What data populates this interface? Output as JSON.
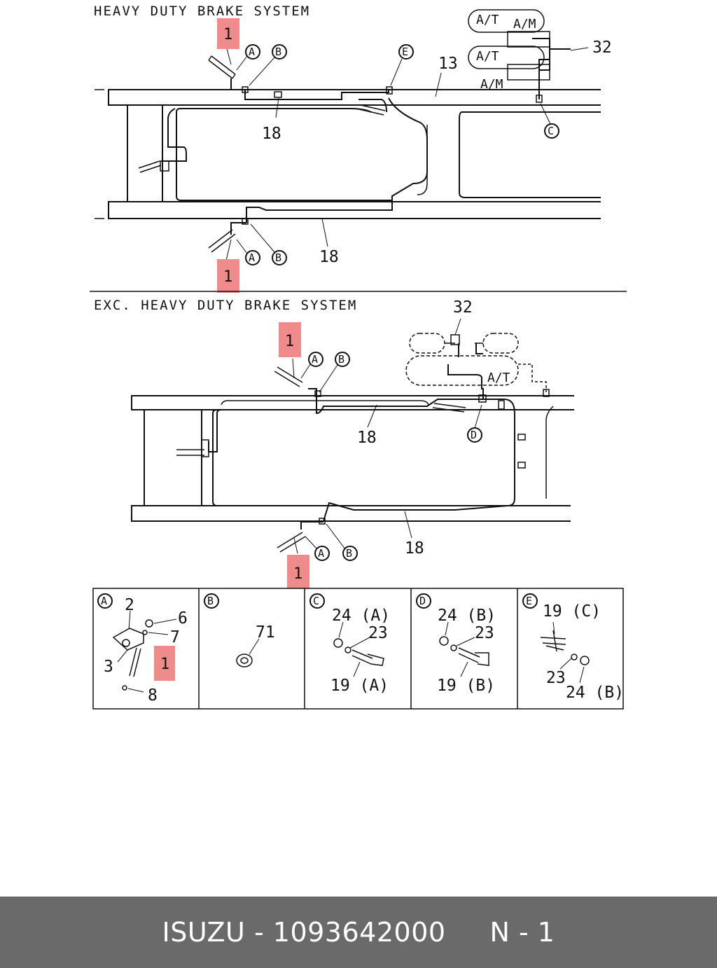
{
  "sections": {
    "upper_title": "HEAVY DUTY BRAKE SYSTEM",
    "lower_title": "EXC. HEAVY DUTY BRAKE SYSTEM"
  },
  "callouts": {
    "ref_1": "1",
    "ref_13": "13",
    "ref_18": "18",
    "ref_32": "32",
    "ref_2": "2",
    "ref_3": "3",
    "ref_6": "6",
    "ref_7": "7",
    "ref_8": "8",
    "ref_71": "71",
    "ref_23": "23",
    "ref_24a": "24 (A)",
    "ref_24b": "24 (B)",
    "ref_19a": "19 (A)",
    "ref_19b": "19 (B)",
    "ref_19c": "19 (C)"
  },
  "transmission_labels": {
    "at": "A/T",
    "am": "A/M"
  },
  "detail_letters": [
    "A",
    "B",
    "C",
    "D",
    "E"
  ],
  "highlight_color": "#f08b8b",
  "footer": {
    "brand": "ISUZU",
    "separator": "-",
    "part_number": "1093642000",
    "page": "N - 1"
  }
}
